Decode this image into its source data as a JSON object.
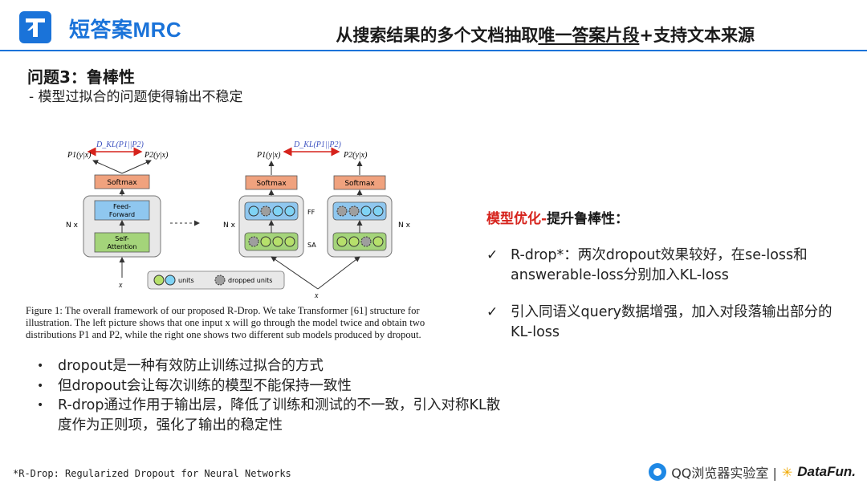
{
  "header": {
    "brand": "短答案MRC",
    "title_part1": "从搜索结果的多个文档抽取",
    "title_underlined": "唯一答案片段",
    "title_part2": "+支持文本来源"
  },
  "problem": {
    "title": "问题3：鲁棒性",
    "subtitle": "- 模型过拟合的问题使得输出不稳定"
  },
  "figure": {
    "left_dkl": "D_KL(P1||P2)",
    "right_dkl": "D_KL(P1||P2)",
    "p1": "P1(y|x)",
    "p2": "P2(y|x)",
    "softmax": "Softmax",
    "feed_forward": "Feed-Forward",
    "self_attention": "Self-Attention",
    "nx": "N x",
    "ff": "FF",
    "sa": "SA",
    "x": "x",
    "legend_units": "units",
    "legend_dropped": "dropped units"
  },
  "caption": "Figure 1: The overall framework of our proposed R-Drop. We take Transformer [61] structure for illustration. The left picture shows that one input x will go through the model twice and obtain two distributions P1 and P2, while the right one shows two different sub models produced by dropout.",
  "bullets": [
    "dropout是一种有效防止训练过拟合的方式",
    "但dropout会让每次训练的模型不能保持一致性",
    "R-drop通过作用于输出层，降低了训练和测试的不一致，引入对称KL散度作为正则项，强化了输出的稳定性"
  ],
  "optimization": {
    "title_red": "模型优化-",
    "title_black": "提升鲁棒性：",
    "items": [
      "R-drop*：两次dropout效果较好，在se-loss和answerable-loss分别加入KL-loss",
      "引入同语义query数据增强，加入对段落输出部分的KL-loss"
    ]
  },
  "footnote": "*R-Drop: Regularized Dropout for Neural Networks",
  "footer": {
    "browser": "QQ浏览器实验室 |",
    "datafun": "DataFun."
  },
  "colors": {
    "accent": "#1a73d9",
    "red": "#d6231c",
    "softmax": "#f0a27e",
    "feed_forward": "#8fc7ef",
    "self_attention": "#a4d47a"
  }
}
